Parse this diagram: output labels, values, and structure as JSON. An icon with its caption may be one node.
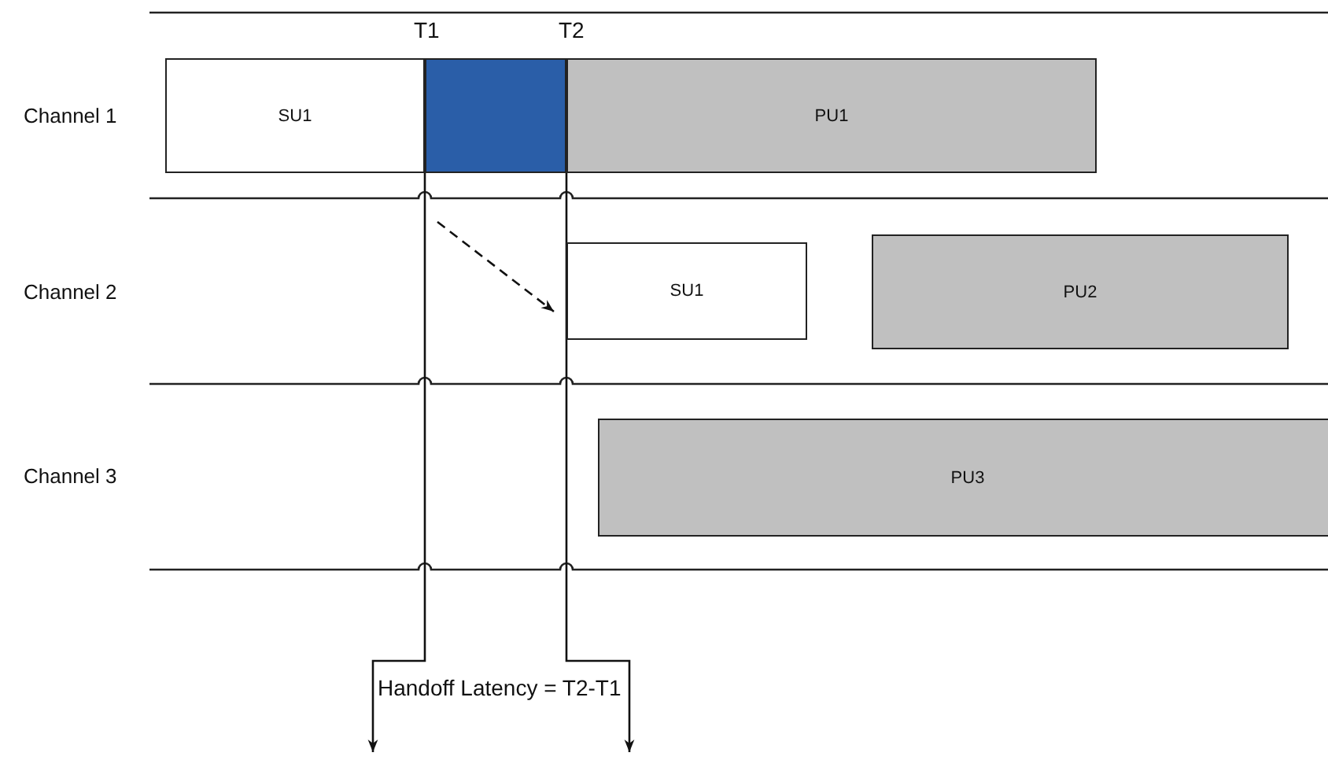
{
  "diagram": {
    "nodes": [
      {
        "text": [
          "SU1"
        ]
      },
      {
        "text": [],
        "shape": "box"
      },
      {
        "text": [
          "PU1"
        ]
      },
      {
        "text": [
          "SU1"
        ]
      },
      {
        "text": [
          "PU2"
        ]
      },
      {
        "text": [
          "PU3"
        ]
      }
    ],
    "edges": [
      {
        "from": null,
        "to": 3,
        "arrow": "to",
        "style": "dashed"
      },
      {
        "from": 1,
        "to": null,
        "arrow": "to"
      },
      {
        "from": 1,
        "to": null,
        "arrow": "to"
      }
    ],
    "labels": [
      "Channel 1",
      "T1",
      "T2",
      "Channel 2",
      "Channel 3",
      "Handoff Latency = T2-T1"
    ]
  }
}
